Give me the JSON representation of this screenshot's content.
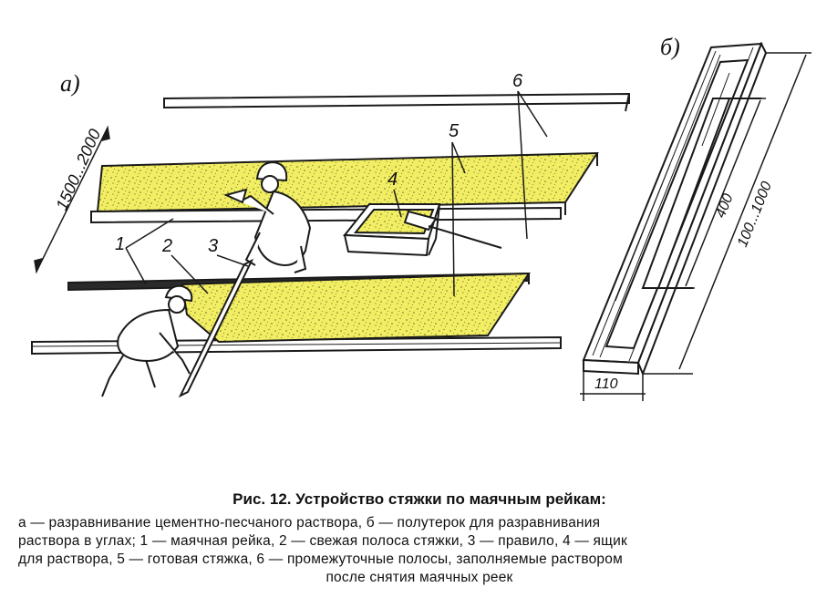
{
  "figure": {
    "part_a_label": "а)",
    "part_b_label": "б)",
    "callouts": {
      "n1": "1",
      "n2": "2",
      "n3": "3",
      "n4": "4",
      "n5": "5",
      "n6": "6"
    },
    "dimensions": {
      "strip_spacing": "1500...2000",
      "float_length_inner": "400",
      "float_length_outer": "100...1000",
      "float_width": "110"
    },
    "colors": {
      "screed": "#f2ee64",
      "line": "#1a1a1a"
    }
  },
  "caption": {
    "title": "Рис. 12. Устройство стяжки по маячным рейкам:",
    "line1": "а — разравнивание цементно-песчаного раствора, б — полутерок для разравнивания",
    "line2": "раствора в углах; 1 — маячная рейка, 2 — свежая полоса стяжки, 3 — правило, 4 — ящик",
    "line3": "для раствора, 5 — готовая стяжка, 6 — промежуточные полосы, заполняемые раствором",
    "line4": "после снятия маячных реек"
  }
}
